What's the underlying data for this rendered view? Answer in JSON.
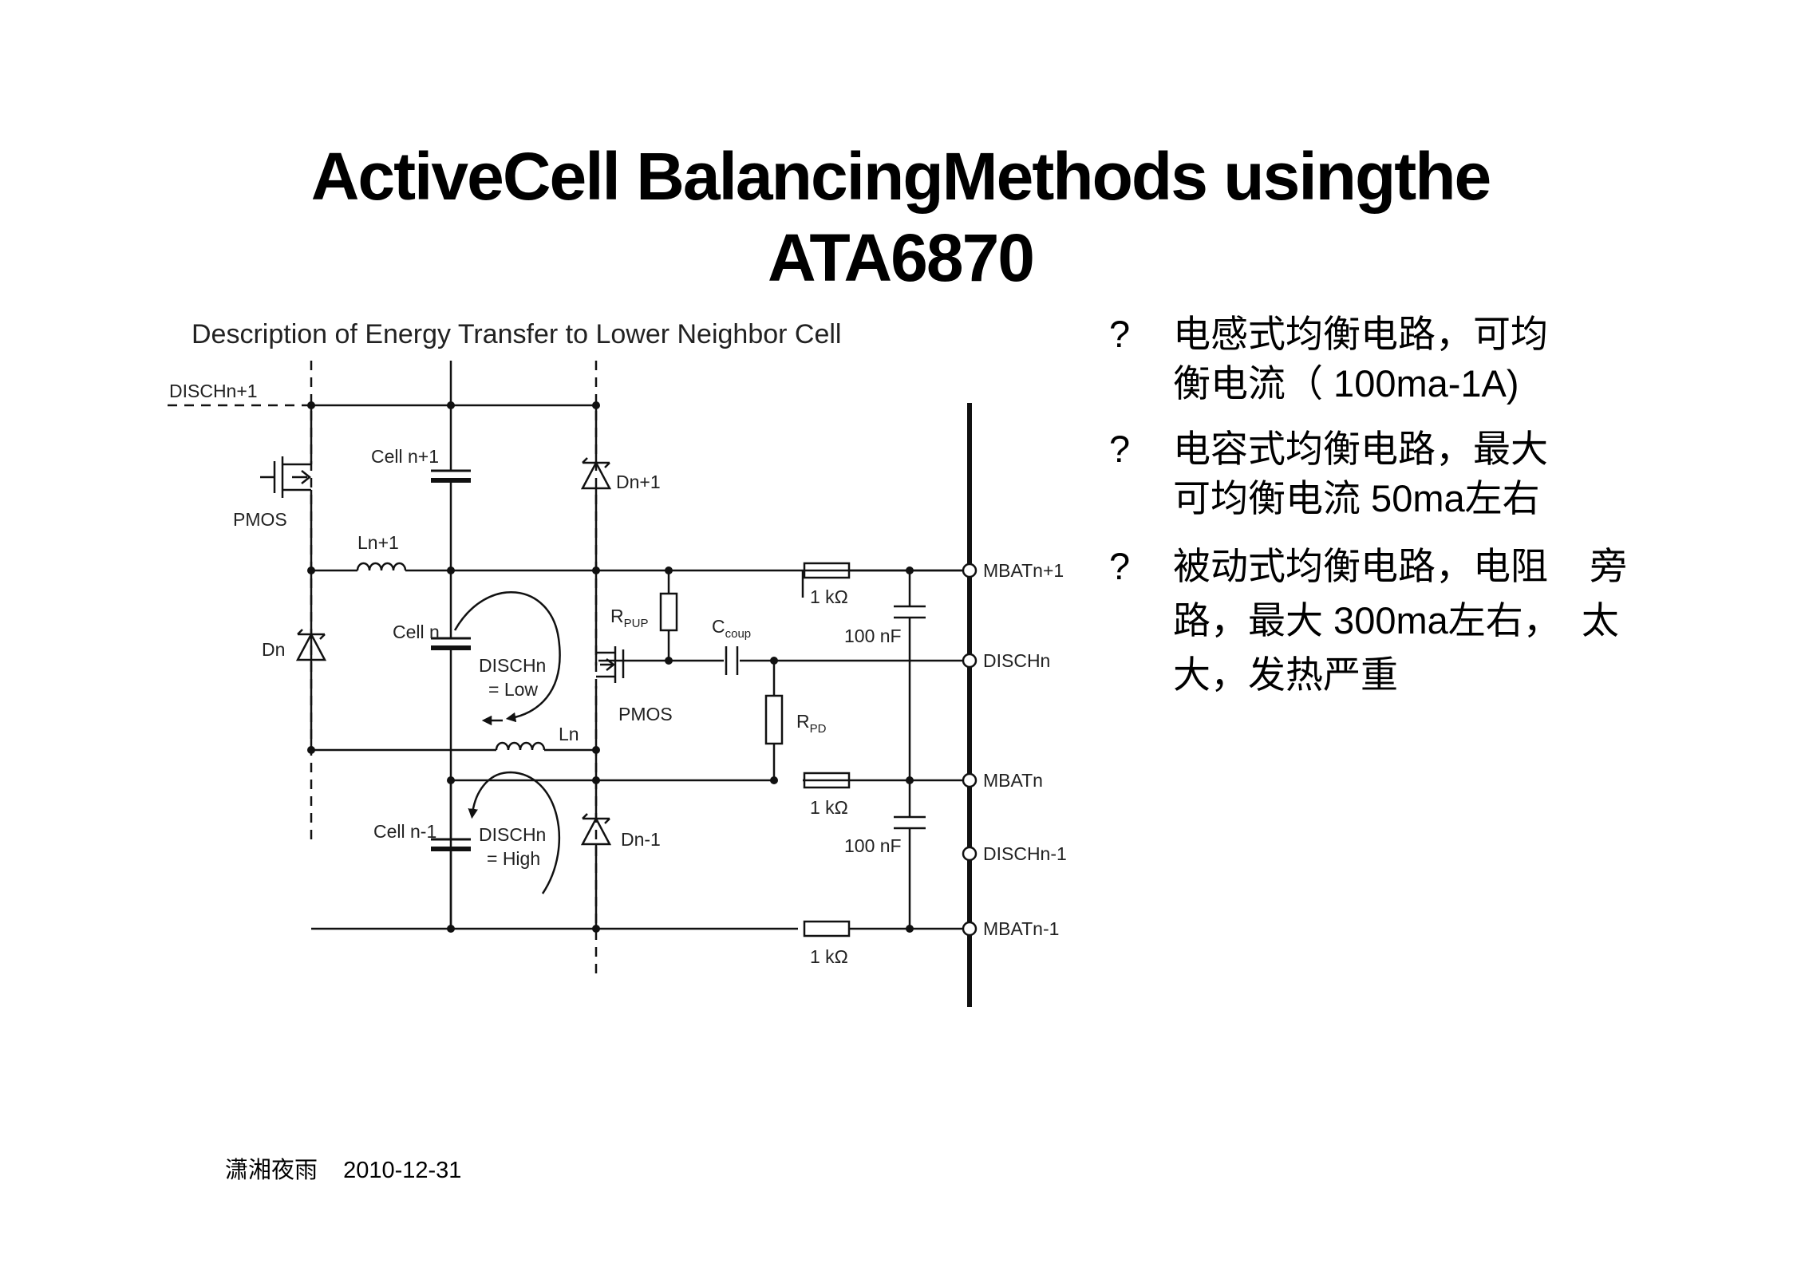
{
  "slide": {
    "title_line1": "ActiveCell BalancingMethods usingthe",
    "title_line2": "ATA6870"
  },
  "diagram": {
    "caption": "Description of Energy Transfer to Lower Neighbor Cell",
    "labels": {
      "disch_n_plus_1": "DISCHn+1",
      "pmos_top": "PMOS",
      "cell_n_plus_1": "Cell n+1",
      "d_n_plus_1": "Dn+1",
      "l_n_plus_1": "Ln+1",
      "cell_n": "Cell n",
      "d_n": "Dn",
      "disch_n_low_1": "DISCHn",
      "disch_n_low_2": "= Low",
      "r_pup": "R",
      "r_pup_sub": "PUP",
      "c_coup": "C",
      "c_coup_sub": "coup",
      "pmos_mid": "PMOS",
      "r_pd": "R",
      "r_pd_sub": "PD",
      "l_n": "Ln",
      "cell_n_minus_1": "Cell n-1",
      "disch_n_high_1": "DISCHn",
      "disch_n_high_2": "= High",
      "d_n_minus_1": "Dn-1",
      "res_1k_a": "1 kΩ",
      "res_1k_b": "1 kΩ",
      "res_1k_c": "1 kΩ",
      "cap_100nf_a": "100 nF",
      "cap_100nf_b": "100 nF",
      "pin_mbat_n_plus_1": "MBATn+1",
      "pin_disch_n": "DISCHn",
      "pin_mbat_n": "MBATn",
      "pin_disch_n_minus_1": "DISCHn-1",
      "pin_mbat_n_minus_1": "MBATn-1"
    }
  },
  "bullets": [
    {
      "mark": "?",
      "lines": [
        "电感式均衡电路，可均",
        "衡电流（ 100ma-1A)"
      ]
    },
    {
      "mark": "?",
      "lines": [
        "电容式均衡电路，最大",
        "可均衡电流 50ma左右"
      ]
    },
    {
      "mark": "?",
      "lines": [
        "被动式均衡电路，电阻    旁",
        "路，最大 300ma左右，  太",
        "大，发热严重"
      ]
    }
  ],
  "footer": {
    "author": "潇湘夜雨",
    "date": "2010-12-31"
  }
}
